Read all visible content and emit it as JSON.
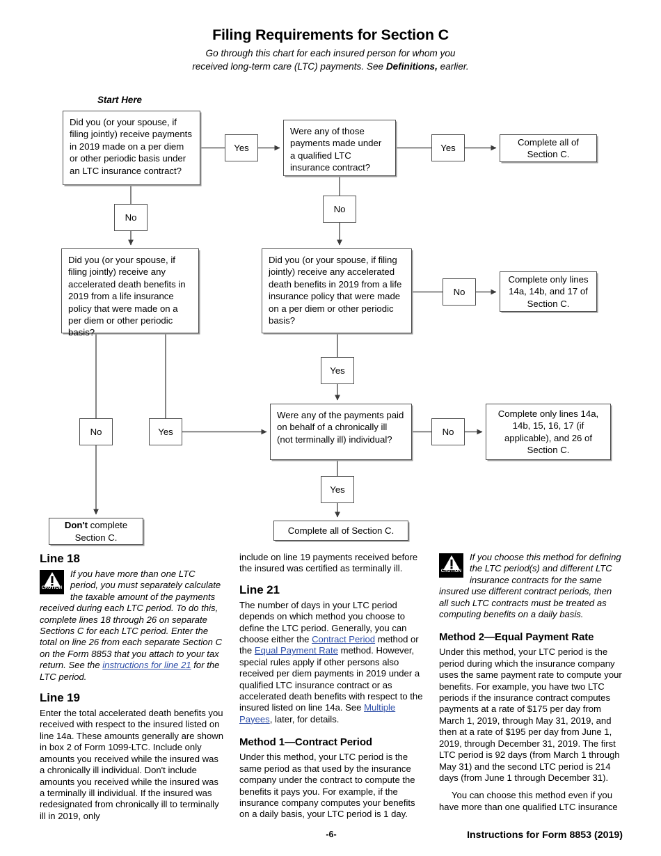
{
  "header": {
    "title": "Filing Requirements for Section C",
    "subtitle_before": "Go through this chart for each insured person for whom you received long-term care (LTC) payments. See ",
    "subtitle_bold": "Definitions,",
    "subtitle_after": " earlier."
  },
  "flowchart": {
    "start_label": "Start Here",
    "nodes": {
      "q1": "Did you (or your spouse, if filing jointly) receive payments in 2019 made on a per diem or other periodic basis under an LTC insurance contract?",
      "yes1": "Yes",
      "q2": "Were any of those payments made under a qualified LTC insurance contract?",
      "yes2": "Yes",
      "complete1": "Complete all of Section C.",
      "no1": "No",
      "no2": "No",
      "q3": "Did you (or your spouse, if filing jointly) receive any accelerated death benefits in 2019 from a life insurance policy that were made on a per diem or other periodic basis?",
      "q4": "Did you (or your spouse, if filing jointly) receive any accelerated death benefits in 2019 from a life insurance policy that were made on a per diem or other periodic basis?",
      "no3": "No",
      "complete2": "Complete only lines 14a, 14b, and 17 of Section C.",
      "yes3": "Yes",
      "q5": "Were any of the payments paid on behalf of a chronically ill (not terminally ill) individual?",
      "no4": "No",
      "complete3": "Complete only lines 14a, 14b, 15, 16, 17 (if applicable), and 26 of Section C.",
      "no5": "No",
      "yes4": "Yes",
      "yes5": "Yes",
      "dont_bold": "Don't",
      "dont_rest": " complete Section C.",
      "complete4": "Complete all of Section C."
    }
  },
  "columns": {
    "col1": {
      "line18_heading": "Line 18",
      "line18_caution_a": "If you have more than one LTC period, you must separately calculate the taxable amount of the payments received during each LTC period. To do this, complete lines 18 through 26 on separate Sections C for each LTC period. Enter the total on line 26 from each separate Section C on the Form 8853 that you attach to your tax return. See the ",
      "line18_link": "instructions for line 21",
      "line18_caution_b": " for the LTC period.",
      "line19_heading": "Line 19",
      "line19_body": "Enter the total accelerated death benefits you received with respect to the insured listed on line 14a. These amounts generally are shown in box 2 of Form 1099-LTC. Include only amounts you received while the insured was a chronically ill individual. Don't include amounts you received while the insured was a terminally ill individual. If the insured was redesignated from chronically ill to terminally ill in 2019, only"
    },
    "col2": {
      "continuation": "include on line 19 payments received before the insured was certified as terminally ill.",
      "line21_heading": "Line 21",
      "line21_a": "The number of days in your LTC period depends on which method you choose to define the LTC period. Generally, you can choose either the ",
      "line21_link1": "Contract Period",
      "line21_b": " method or the ",
      "line21_link2": "Equal Payment Rate",
      "line21_c": " method. However, special rules apply if other persons also received per diem payments in 2019 under a qualified LTC insurance contract or as accelerated death benefits with respect to the insured listed on line 14a. See ",
      "line21_link3": "Multiple Payees",
      "line21_d": ", later, for details.",
      "method1_heading": "Method 1—Contract Period",
      "method1_body": "Under this method, your LTC period is the same period as that used by the insurance company under the contract to compute the benefits it pays you. For example, if the insurance company computes your benefits on a daily basis, your LTC period is 1 day."
    },
    "col3": {
      "caution_body": "If you choose this method for defining the LTC period(s) and different LTC insurance contracts for the same insured use different contract periods, then all such LTC contracts must be treated as computing benefits on a daily basis.",
      "method2_heading": "Method 2—Equal Payment Rate",
      "method2_body": "Under this method, your LTC period is the period during which the insurance company uses the same payment rate to compute your benefits. For example, you have two LTC periods if the insurance contract computes payments at a rate of $175 per day from March 1, 2019, through May 31, 2019, and then at a rate of $195 per day from June 1, 2019, through December 31, 2019. The first LTC period is 92 days (from March 1 through May 31) and the second LTC period is 214 days (from June 1 through December 31).",
      "method2_body2": "You can choose this method even if you have more than one qualified LTC insurance"
    }
  },
  "caution_label": "CAUTION",
  "footer": {
    "page_number": "-6-",
    "right": "Instructions for Form 8853 (2019)"
  }
}
